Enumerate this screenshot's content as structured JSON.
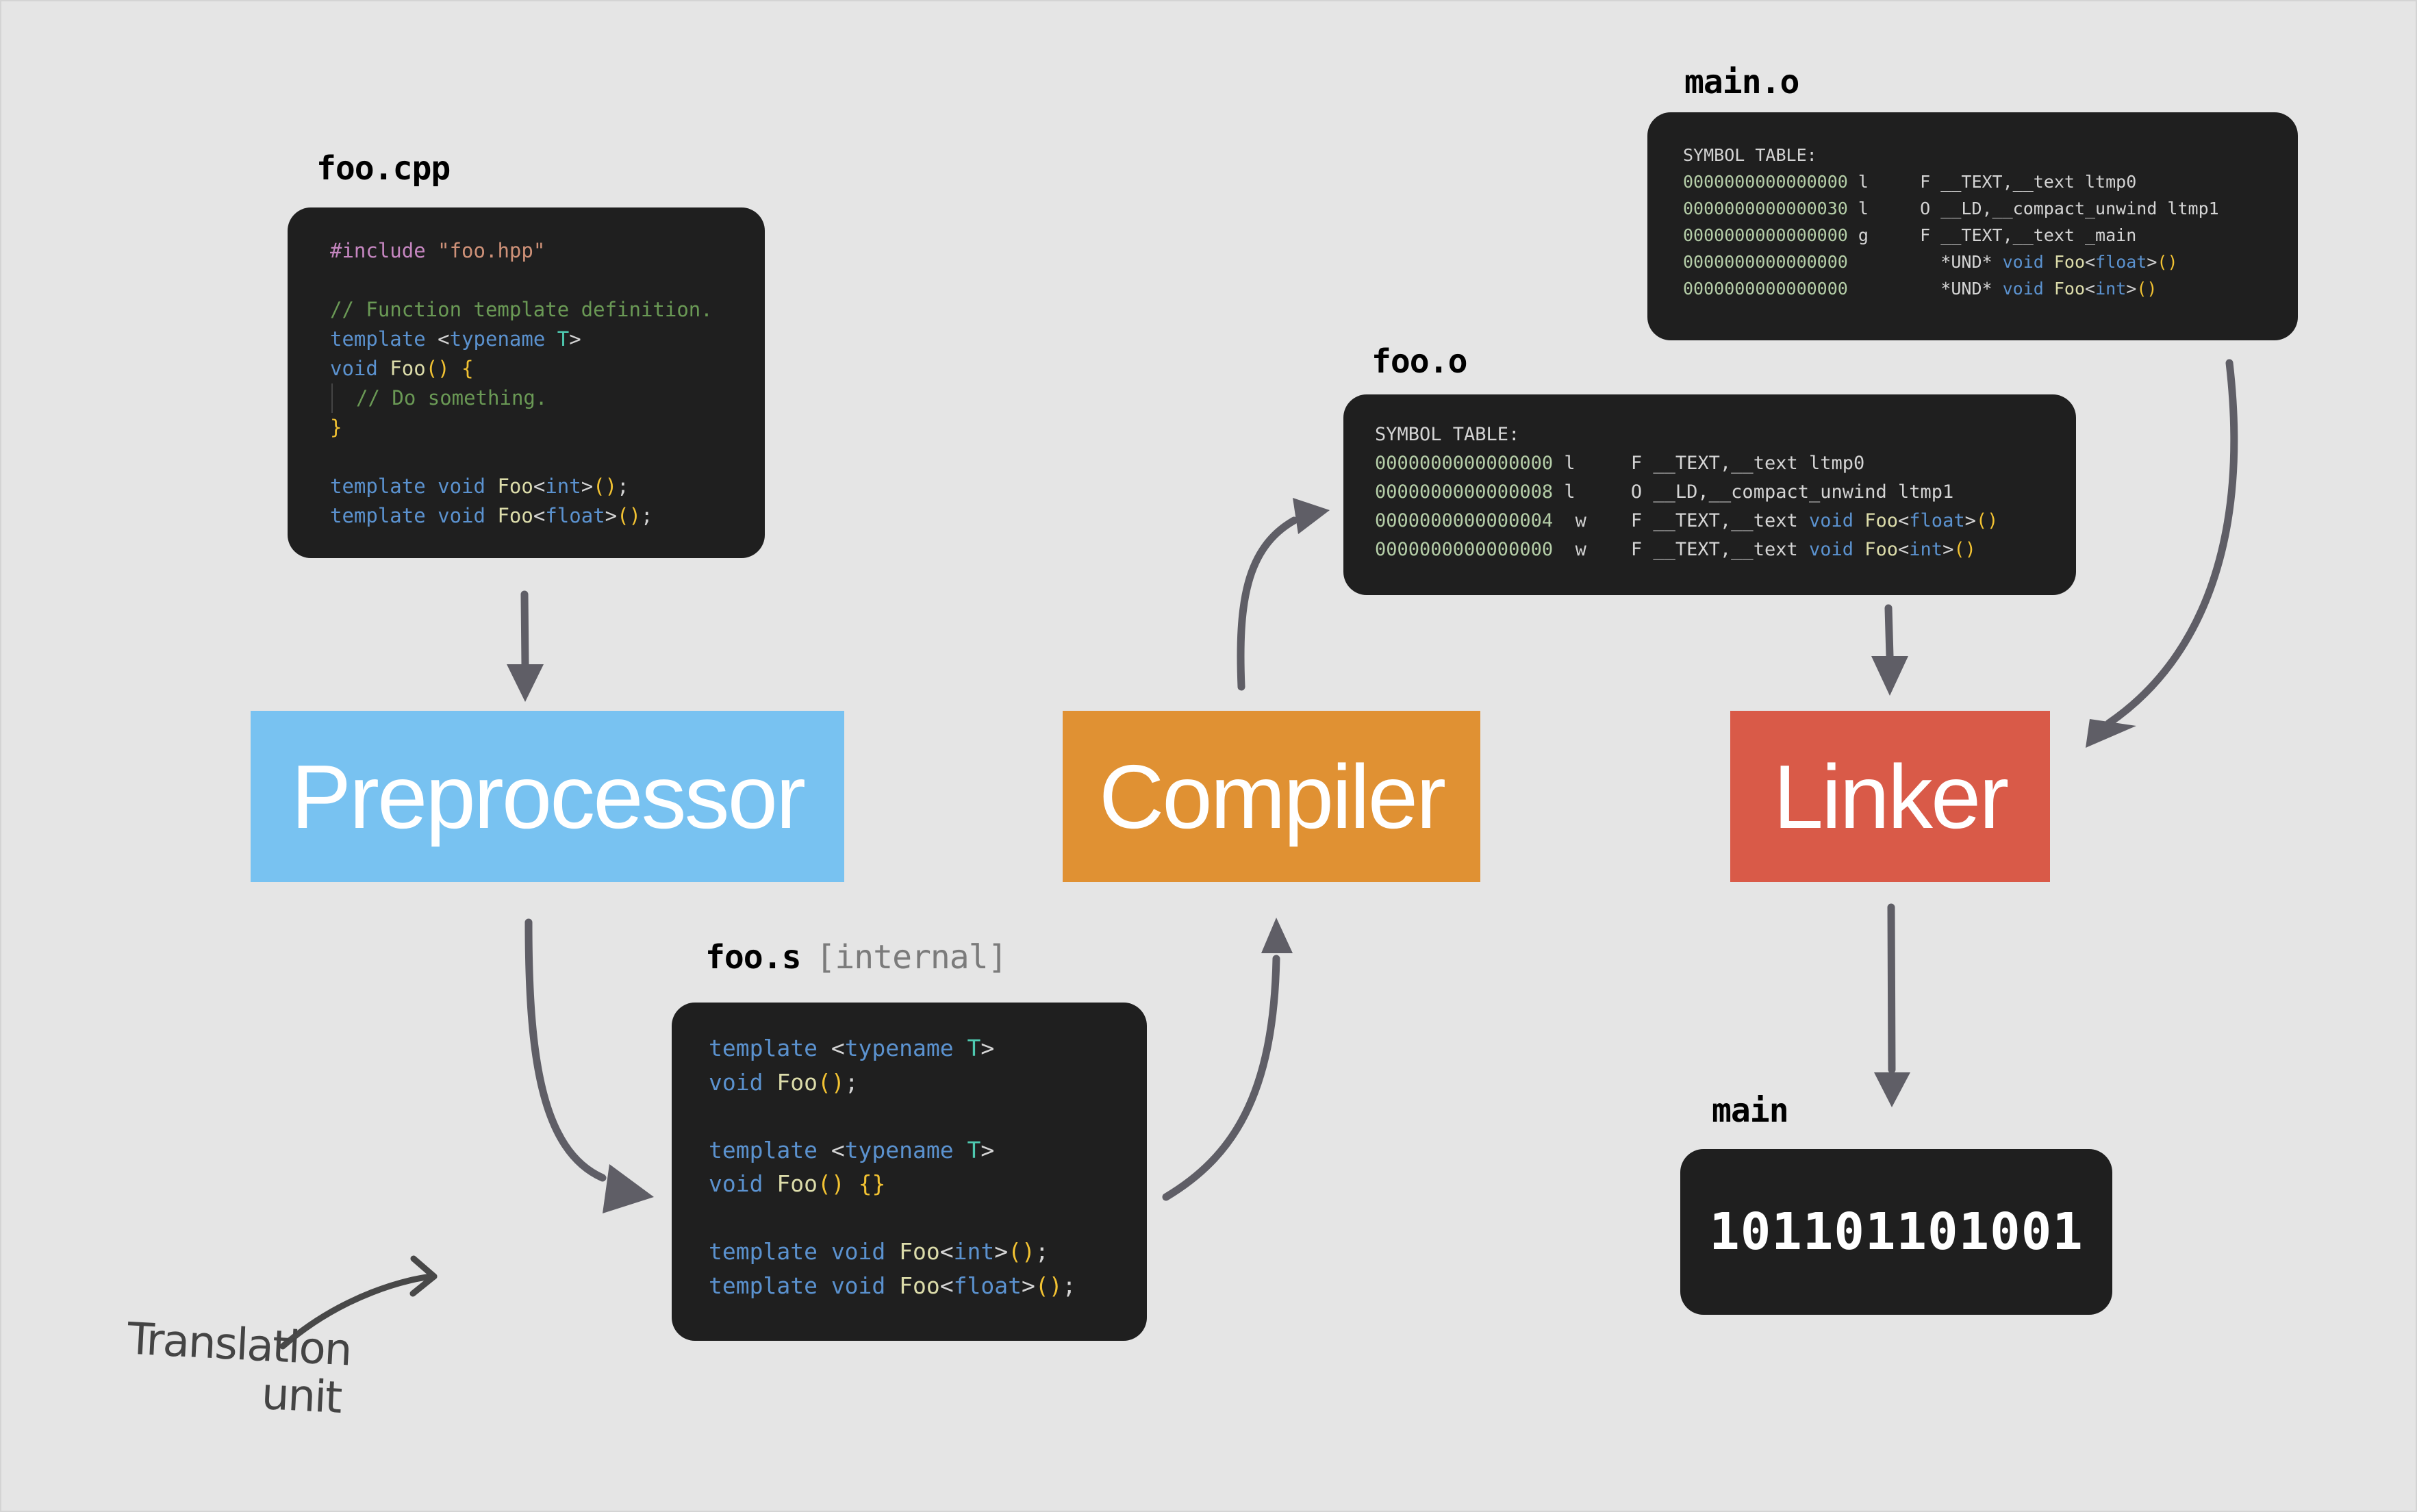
{
  "colors": {
    "background": "#e5e5e5",
    "code_bg": "#1f1f1f",
    "preprocessor": "#78c2f1",
    "compiler": "#e09133",
    "linker": "#d95a48",
    "arrow": "#5f5e66"
  },
  "stages": {
    "preprocessor": "Preprocessor",
    "compiler": "Compiler",
    "linker": "Linker"
  },
  "foo_cpp": {
    "title": "foo.cpp",
    "lines": [
      [
        {
          "t": "#include ",
          "c": "pp"
        },
        {
          "t": "\"foo.hpp\"",
          "c": "str"
        }
      ],
      [],
      [
        {
          "t": "// Function template definition.",
          "c": "cm"
        }
      ],
      [
        {
          "t": "template ",
          "c": "kw"
        },
        {
          "t": "<",
          "c": "pu"
        },
        {
          "t": "typename ",
          "c": "kw"
        },
        {
          "t": "T",
          "c": "tp"
        },
        {
          "t": ">",
          "c": "pu"
        }
      ],
      [
        {
          "t": "void ",
          "c": "kw"
        },
        {
          "t": "Foo",
          "c": "fn"
        },
        {
          "t": "()",
          "c": "br"
        },
        {
          "t": " ",
          "c": "pu"
        },
        {
          "t": "{",
          "c": "br"
        }
      ],
      [
        {
          "t": "// Do something.",
          "c": "cm",
          "guide": true
        }
      ],
      [
        {
          "t": "}",
          "c": "br"
        }
      ],
      [],
      [
        {
          "t": "template ",
          "c": "kw"
        },
        {
          "t": "void ",
          "c": "kw"
        },
        {
          "t": "Foo",
          "c": "fn"
        },
        {
          "t": "<",
          "c": "pu"
        },
        {
          "t": "int",
          "c": "kw"
        },
        {
          "t": ">",
          "c": "pu"
        },
        {
          "t": "()",
          "c": "br"
        },
        {
          "t": ";",
          "c": "pu"
        }
      ],
      [
        {
          "t": "template ",
          "c": "kw"
        },
        {
          "t": "void ",
          "c": "kw"
        },
        {
          "t": "Foo",
          "c": "fn"
        },
        {
          "t": "<",
          "c": "pu"
        },
        {
          "t": "float",
          "c": "kw"
        },
        {
          "t": ">",
          "c": "pu"
        },
        {
          "t": "()",
          "c": "br"
        },
        {
          "t": ";",
          "c": "pu"
        }
      ]
    ]
  },
  "foo_s": {
    "title": "foo.s",
    "subtitle": "[internal]",
    "lines": [
      [
        {
          "t": "template ",
          "c": "kw"
        },
        {
          "t": "<",
          "c": "pu"
        },
        {
          "t": "typename ",
          "c": "kw"
        },
        {
          "t": "T",
          "c": "tp"
        },
        {
          "t": ">",
          "c": "pu"
        }
      ],
      [
        {
          "t": "void ",
          "c": "kw"
        },
        {
          "t": "Foo",
          "c": "fn"
        },
        {
          "t": "()",
          "c": "br"
        },
        {
          "t": ";",
          "c": "pu"
        }
      ],
      [],
      [
        {
          "t": "template ",
          "c": "kw"
        },
        {
          "t": "<",
          "c": "pu"
        },
        {
          "t": "typename ",
          "c": "kw"
        },
        {
          "t": "T",
          "c": "tp"
        },
        {
          "t": ">",
          "c": "pu"
        }
      ],
      [
        {
          "t": "void ",
          "c": "kw"
        },
        {
          "t": "Foo",
          "c": "fn"
        },
        {
          "t": "()",
          "c": "br"
        },
        {
          "t": " ",
          "c": "pu"
        },
        {
          "t": "{}",
          "c": "br"
        }
      ],
      [],
      [
        {
          "t": "template ",
          "c": "kw"
        },
        {
          "t": "void ",
          "c": "kw"
        },
        {
          "t": "Foo",
          "c": "fn"
        },
        {
          "t": "<",
          "c": "pu"
        },
        {
          "t": "int",
          "c": "kw"
        },
        {
          "t": ">",
          "c": "pu"
        },
        {
          "t": "()",
          "c": "br"
        },
        {
          "t": ";",
          "c": "pu"
        }
      ],
      [
        {
          "t": "template ",
          "c": "kw"
        },
        {
          "t": "void ",
          "c": "kw"
        },
        {
          "t": "Foo",
          "c": "fn"
        },
        {
          "t": "<",
          "c": "pu"
        },
        {
          "t": "float",
          "c": "kw"
        },
        {
          "t": ">",
          "c": "pu"
        },
        {
          "t": "()",
          "c": "br"
        },
        {
          "t": ";",
          "c": "pu"
        }
      ]
    ]
  },
  "foo_o": {
    "title": "foo.o",
    "lines": [
      [
        {
          "t": "SYMBOL TABLE:",
          "c": "sym"
        }
      ],
      [
        {
          "t": "0000000000000000",
          "c": "addr"
        },
        {
          "t": " l     F __TEXT,__text ltmp0",
          "c": "sym"
        }
      ],
      [
        {
          "t": "0000000000000008",
          "c": "addr"
        },
        {
          "t": " l     O __LD,__compact_unwind ltmp1",
          "c": "sym"
        }
      ],
      [
        {
          "t": "0000000000000004",
          "c": "addr"
        },
        {
          "t": "  w    F __TEXT,__text ",
          "c": "sym"
        },
        {
          "t": "void ",
          "c": "kw"
        },
        {
          "t": "Foo",
          "c": "fn"
        },
        {
          "t": "<",
          "c": "pu"
        },
        {
          "t": "float",
          "c": "kw"
        },
        {
          "t": ">",
          "c": "pu"
        },
        {
          "t": "()",
          "c": "br"
        }
      ],
      [
        {
          "t": "0000000000000000",
          "c": "addr"
        },
        {
          "t": "  w    F __TEXT,__text ",
          "c": "sym"
        },
        {
          "t": "void ",
          "c": "kw"
        },
        {
          "t": "Foo",
          "c": "fn"
        },
        {
          "t": "<",
          "c": "pu"
        },
        {
          "t": "int",
          "c": "kw"
        },
        {
          "t": ">",
          "c": "pu"
        },
        {
          "t": "()",
          "c": "br"
        }
      ]
    ]
  },
  "main_o": {
    "title": "main.o",
    "lines": [
      [
        {
          "t": "SYMBOL TABLE:",
          "c": "sym"
        }
      ],
      [
        {
          "t": "0000000000000000",
          "c": "addr"
        },
        {
          "t": " l     F __TEXT,__text ltmp0",
          "c": "sym"
        }
      ],
      [
        {
          "t": "0000000000000030",
          "c": "addr"
        },
        {
          "t": " l     O __LD,__compact_unwind ltmp1",
          "c": "sym"
        }
      ],
      [
        {
          "t": "0000000000000000",
          "c": "addr"
        },
        {
          "t": " g     F __TEXT,__text _main",
          "c": "sym"
        }
      ],
      [
        {
          "t": "0000000000000000",
          "c": "addr"
        },
        {
          "t": "         *UND* ",
          "c": "sym"
        },
        {
          "t": "void ",
          "c": "kw"
        },
        {
          "t": "Foo",
          "c": "fn"
        },
        {
          "t": "<",
          "c": "pu"
        },
        {
          "t": "float",
          "c": "kw"
        },
        {
          "t": ">",
          "c": "pu"
        },
        {
          "t": "()",
          "c": "br"
        }
      ],
      [
        {
          "t": "0000000000000000",
          "c": "addr"
        },
        {
          "t": "         *UND* ",
          "c": "sym"
        },
        {
          "t": "void ",
          "c": "kw"
        },
        {
          "t": "Foo",
          "c": "fn"
        },
        {
          "t": "<",
          "c": "pu"
        },
        {
          "t": "int",
          "c": "kw"
        },
        {
          "t": ">",
          "c": "pu"
        },
        {
          "t": "()",
          "c": "br"
        }
      ]
    ]
  },
  "main": {
    "title": "main",
    "binary": "101101101001"
  },
  "annotation": {
    "line1": "Translation",
    "line2": "unit"
  }
}
